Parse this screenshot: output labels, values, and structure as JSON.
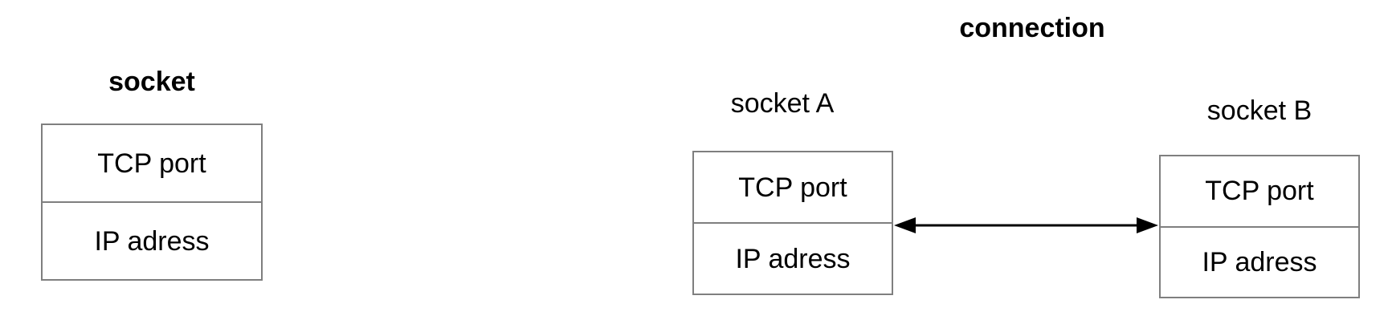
{
  "left_socket": {
    "title": "socket",
    "rows": [
      "TCP port",
      "IP adress"
    ]
  },
  "connection": {
    "title": "connection",
    "socket_a": {
      "label": "socket A",
      "rows": [
        "TCP port",
        "IP adress"
      ]
    },
    "socket_b": {
      "label": "socket B",
      "rows": [
        "TCP port",
        "IP adress"
      ]
    },
    "arrow_icon": "double-headed-horizontal-arrow"
  },
  "colors": {
    "background": "#ffffff",
    "box_border": "#7f7f7f",
    "text": "#000000",
    "arrow": "#000000"
  }
}
